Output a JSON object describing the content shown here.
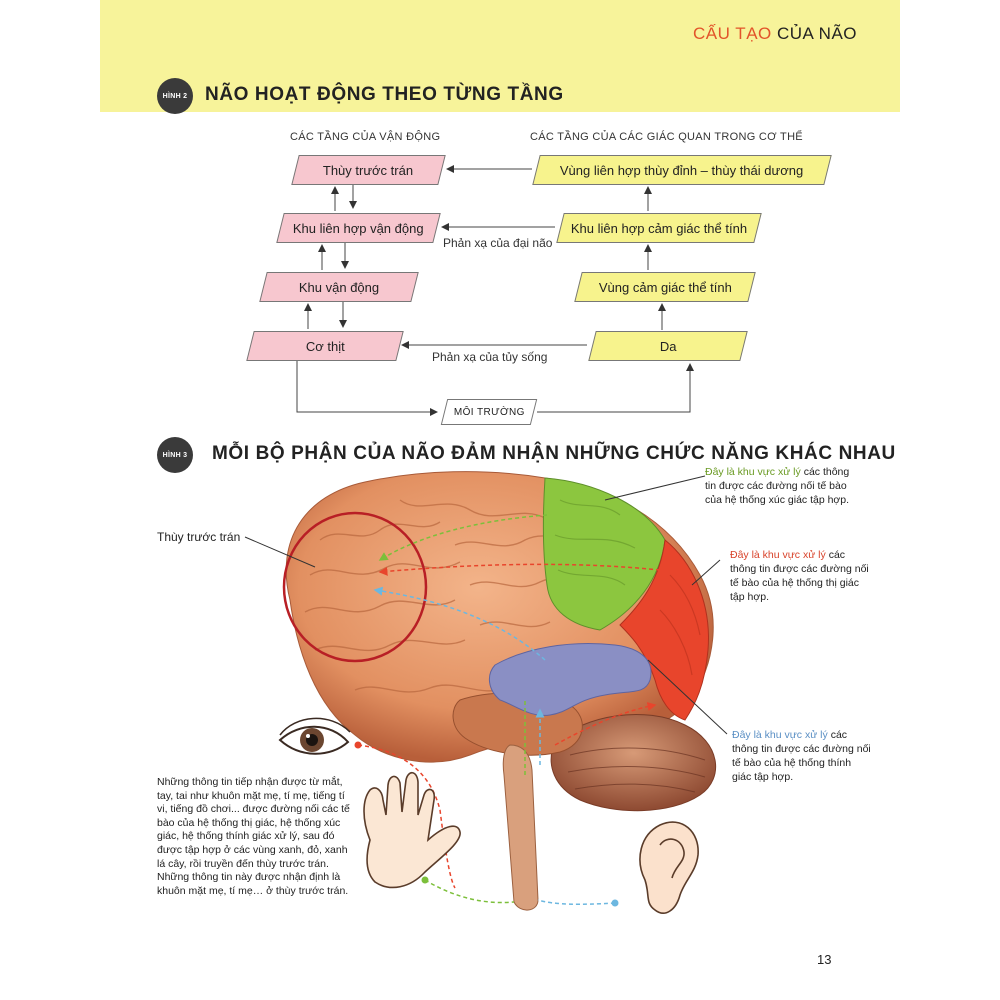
{
  "header": {
    "section_title_highlight": "CẤU TẠO",
    "section_title_rest": " CỦA NÃO"
  },
  "figure2": {
    "badge": "HÌNH 2",
    "title": "NÃO HOẠT ĐỘNG THEO TỪNG TẦNG",
    "motor_column_title": "CÁC TẦNG CỦA VẬN ĐỘNG",
    "sensory_column_title": "CÁC TẦNG CỦA CÁC GIÁC QUAN TRONG CƠ THỂ",
    "motor_boxes": [
      "Thùy trước trán",
      "Khu liên hợp vận động",
      "Khu vận động",
      "Cơ thịt"
    ],
    "sensory_boxes": [
      "Vùng liên hợp thùy đỉnh – thùy thái dương",
      "Khu liên hợp cảm giác thể tính",
      "Vùng cảm giác thể tính",
      "Da"
    ],
    "cortex_reflex_label": "Phản xạ của đại não",
    "spinal_reflex_label": "Phản xạ của tủy sống",
    "environment_label": "MÔI TRƯỜNG"
  },
  "figure3": {
    "badge": "HÌNH 3",
    "title": "MỖI BỘ PHẬN CỦA NÃO ĐẢM NHẬN NHỮNG CHỨC NĂNG KHÁC NHAU",
    "frontal_label": "Thùy trước trán",
    "callout_touch_hl": "Đây là khu vực xử lý",
    "callout_touch_rest": "các thông tin được các đường nối tế bào của hệ thống xúc giác tập hợp.",
    "callout_vision_hl": "Đây là khu vực xử lý",
    "callout_vision_rest": "các thông tin được các đường nối tế bào của hệ thống thị giác tập hợp.",
    "callout_hearing_hl": "Đây là khu vực xử lý",
    "callout_hearing_rest": "các thông tin được các đường nối tế bào của hệ thống thính giác tập hợp.",
    "body_text": "Những thông tin tiếp nhận được từ mắt, tay, tai như khuôn mặt mẹ, tí mẹ, tiếng tí vi, tiếng đồ chơi... được đường nối các tế bào của hệ thống thị giác, hệ thống xúc giác, hệ thống thính giác xử lý, sau đó được tập hợp ở các vùng xanh, đỏ, xanh lá cây, rồi truyền đến thùy trước trán. Những thông tin này được nhận định là khuôn mặt mẹ, tí mẹ… ở thùy trước trán."
  },
  "page_number": "13",
  "colors": {
    "band": "#f7f39a",
    "accent": "#e2542a",
    "motor_box": "#f7c7cf",
    "sensory_box": "#f7f38d",
    "touch_area": "#8cc63f",
    "vision_area": "#e8452c",
    "hearing_area": "#8a8fc4"
  }
}
